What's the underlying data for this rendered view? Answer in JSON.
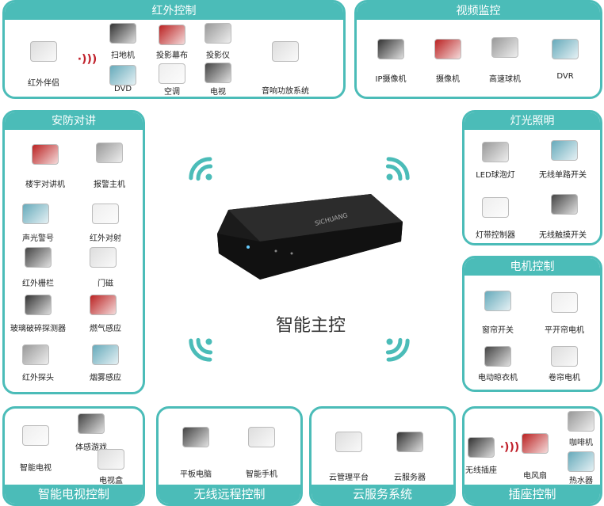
{
  "hub": {
    "label": "智能主控",
    "brand": "SICHUANG"
  },
  "colors": {
    "teal": "#4bbcb8",
    "signal": "#c0202a"
  },
  "panels": [
    {
      "id": "infrared",
      "title": "红外控制",
      "items": [
        "红外伴侣",
        "扫地机",
        "投影幕布",
        "投影仪",
        "DVD",
        "空调",
        "电视",
        "音响功放系统"
      ]
    },
    {
      "id": "video",
      "title": "视频监控",
      "items": [
        "IP摄像机",
        "摄像机",
        "高速球机",
        "DVR"
      ]
    },
    {
      "id": "security",
      "title": "安防对讲",
      "items": [
        "楼宇对讲机",
        "报警主机",
        "声光警号",
        "红外对射",
        "红外栅栏",
        "门磁",
        "玻璃破碎探测器",
        "燃气感应",
        "红外探头",
        "烟雾感应"
      ]
    },
    {
      "id": "lighting",
      "title": "灯光照明",
      "items": [
        "LED球泡灯",
        "无线单路开关",
        "灯带控制器",
        "无线触摸开关"
      ]
    },
    {
      "id": "motor",
      "title": "电机控制",
      "items": [
        "窗帘开关",
        "平开帘电机",
        "电动晾衣机",
        "卷帘电机"
      ]
    },
    {
      "id": "tv",
      "title": "智能电视控制",
      "items": [
        "智能电视",
        "体感游戏",
        "电视盒"
      ]
    },
    {
      "id": "remote",
      "title": "无线远程控制",
      "items": [
        "平板电脑",
        "智能手机"
      ]
    },
    {
      "id": "cloud",
      "title": "云服务系统",
      "items": [
        "云管理平台",
        "云服务器"
      ]
    },
    {
      "id": "socket",
      "title": "插座控制",
      "items": [
        "无线插座",
        "电风扇",
        "咖啡机",
        "热水器"
      ]
    }
  ]
}
